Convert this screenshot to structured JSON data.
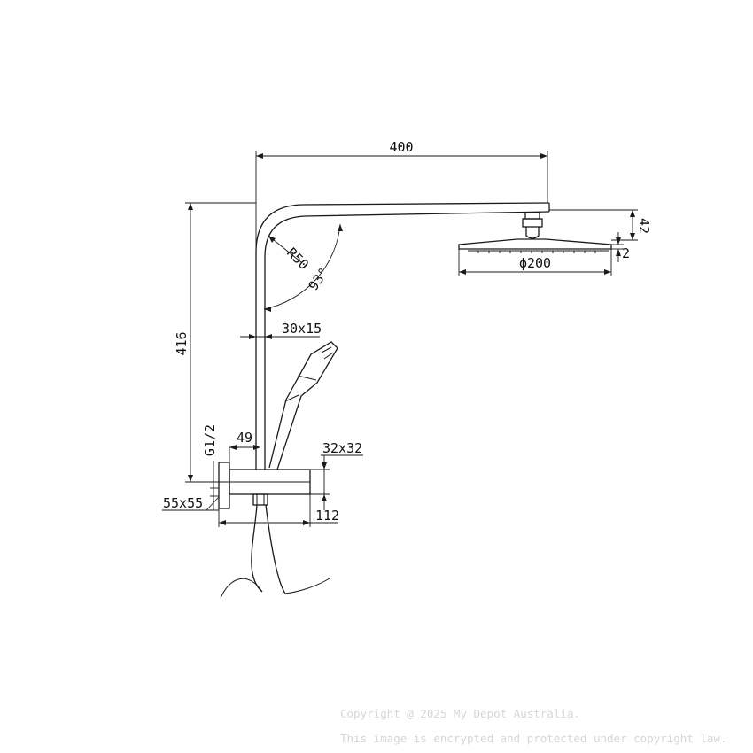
{
  "dimensions": {
    "arm_length": "400",
    "total_height": "416",
    "bend_radius": "R50",
    "bend_angle": "93°",
    "arm_section": "30x15",
    "head_height": "42",
    "head_thickness": "2",
    "head_diameter": "ϕ200",
    "thread": "G1/2",
    "outlet_offset": "49",
    "holder_section": "32x32",
    "wall_plate": "55x55",
    "holder_depth": "112"
  },
  "watermark": {
    "line1": "Copyright @ 2025 My Depot Australia.",
    "line2": "This image is encrypted and protected under copyright law."
  },
  "colors": {
    "line": "#1a1a1a",
    "watermark": "#d6d6d6"
  }
}
